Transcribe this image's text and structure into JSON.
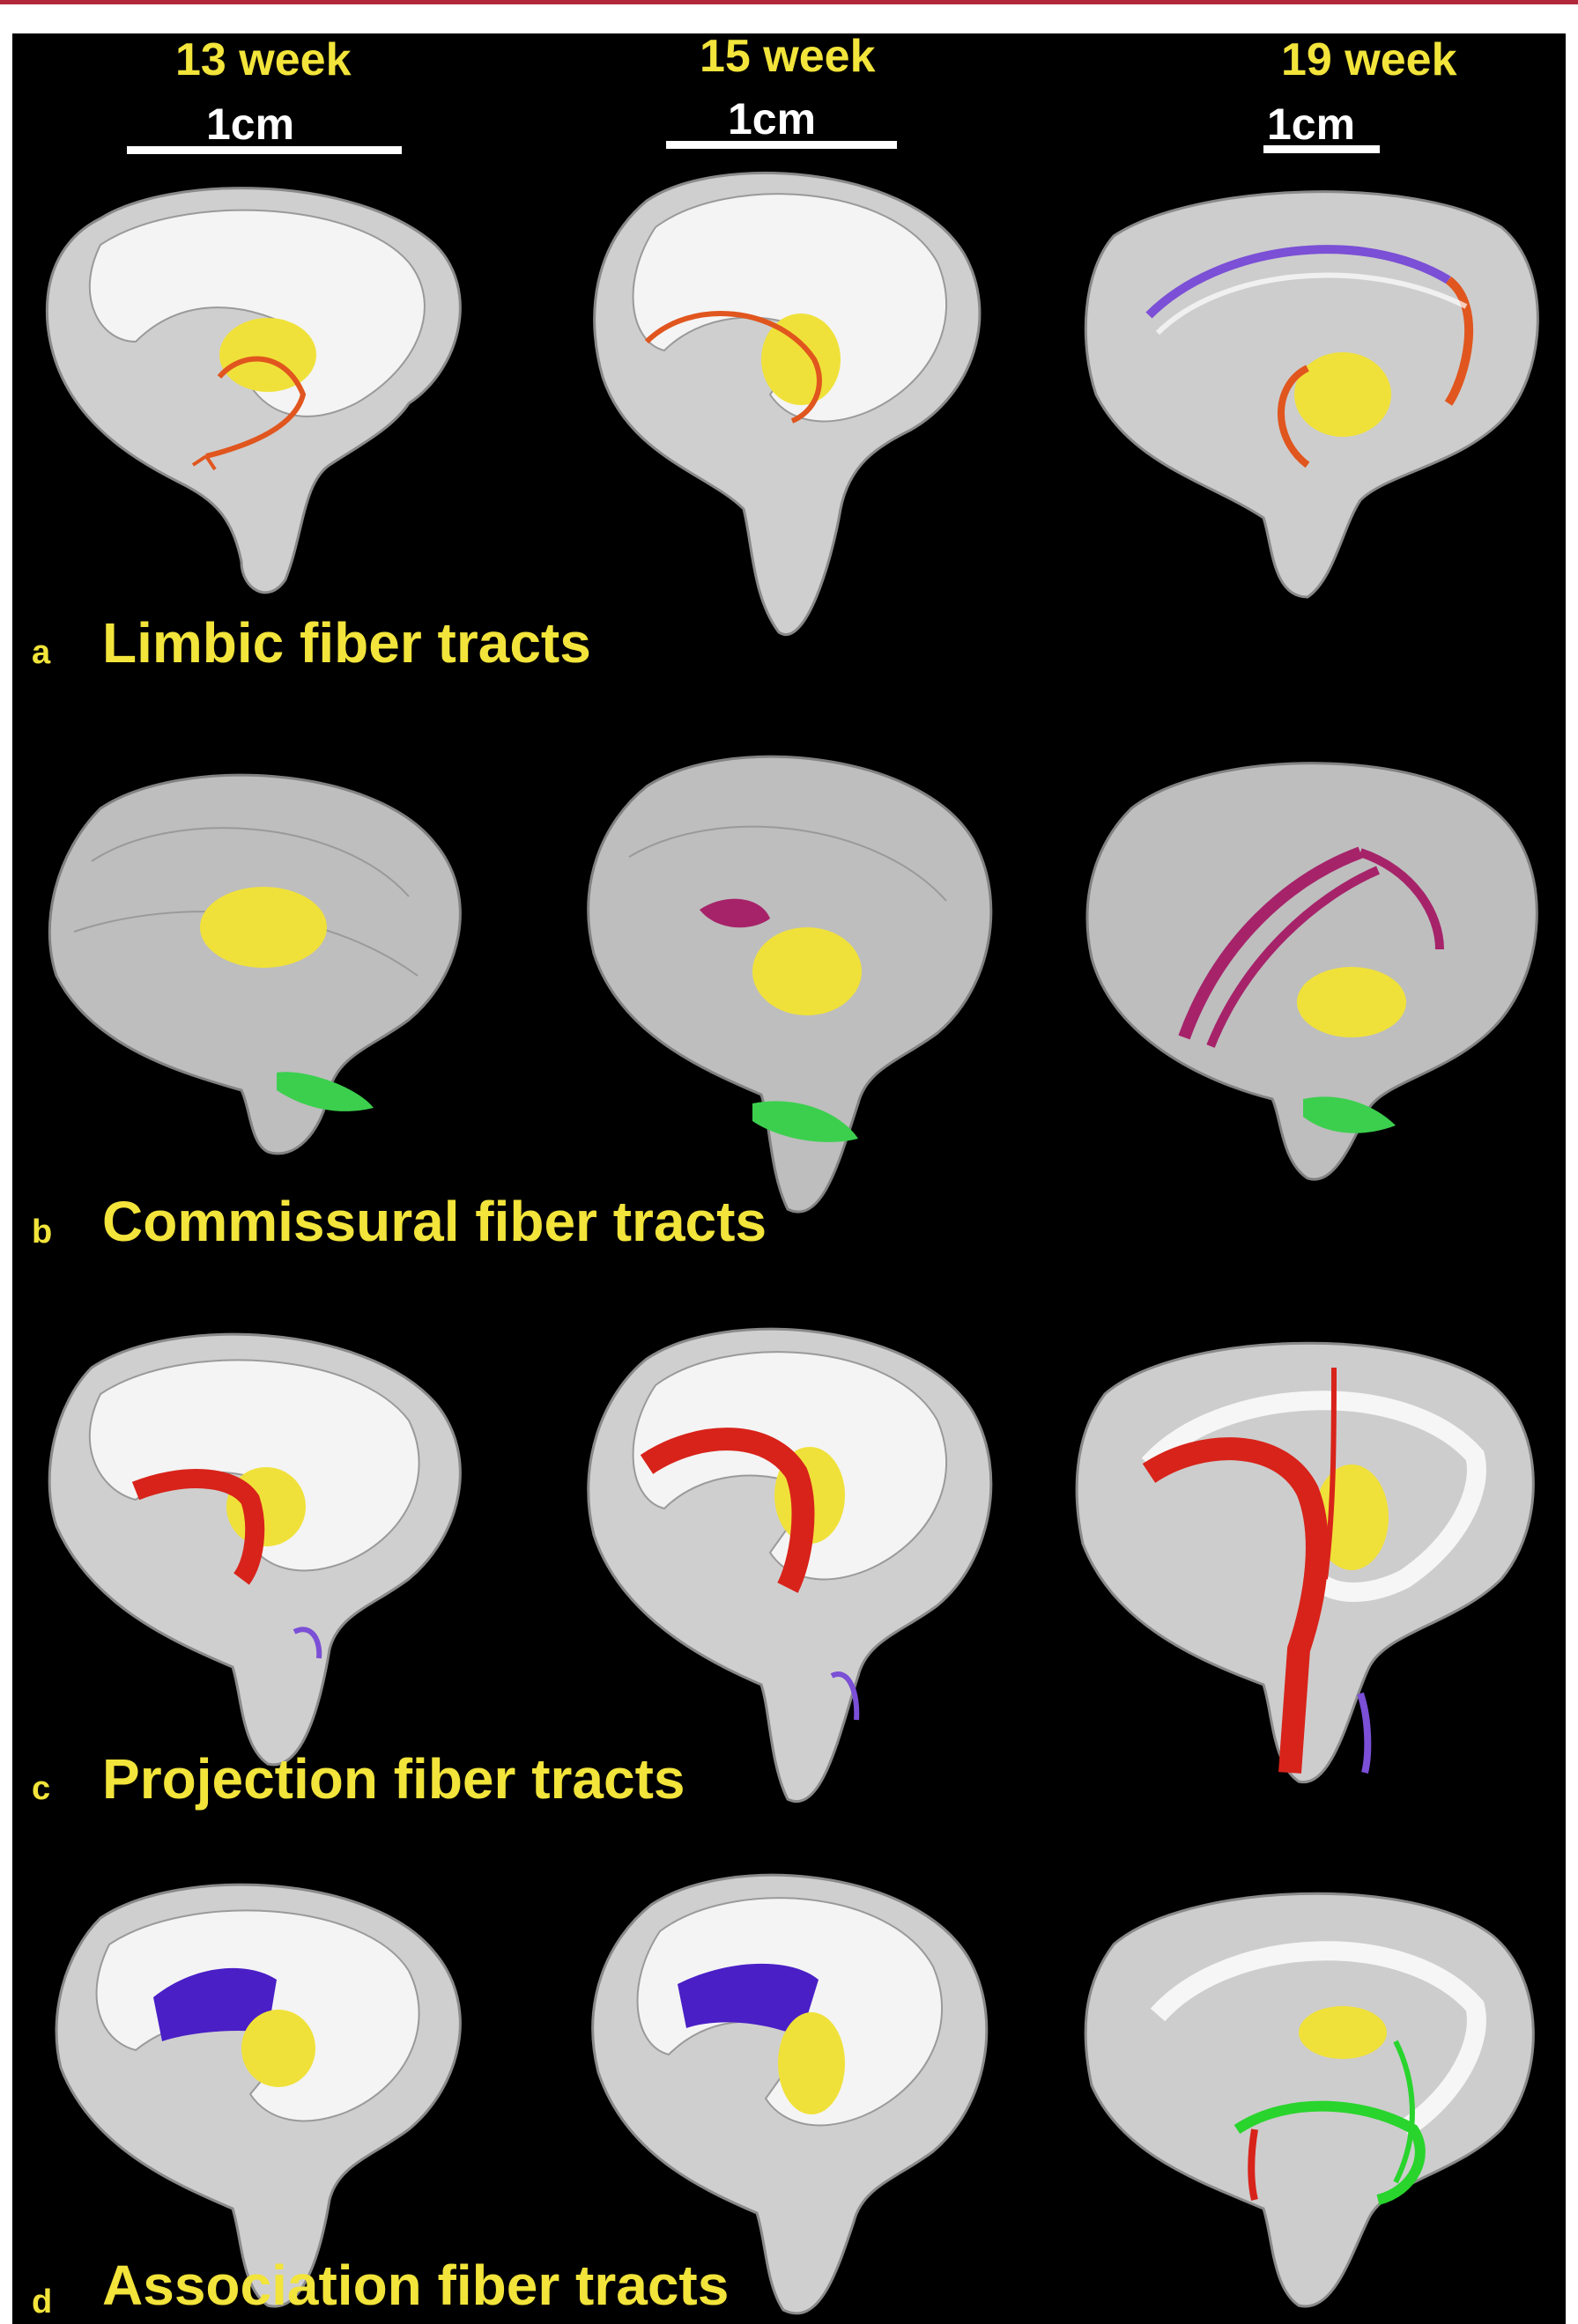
{
  "columns": [
    {
      "week": "13 week",
      "scale": "1cm"
    },
    {
      "week": "15 week",
      "scale": "1cm"
    },
    {
      "week": "19 week",
      "scale": "1cm"
    }
  ],
  "rows": [
    {
      "letter": "a",
      "title": "Limbic fiber tracts"
    },
    {
      "letter": "b",
      "title": "Commissural fiber tracts"
    },
    {
      "letter": "c",
      "title": "Projection fiber tracts"
    },
    {
      "letter": "d",
      "title": "Association fiber tracts"
    }
  ],
  "colors": {
    "background": "#000000",
    "label": "#f2e43a",
    "brain_surface": "#d8d8d8",
    "ventricle": "#f4f4f4",
    "nucleus": "#f0e13a",
    "limbic_tract": "#e0561e",
    "cingulum_tract": "#7b4fd6",
    "commissural_tract": "#a6236a",
    "commissural_green": "#3ccf4e",
    "projection_tract": "#d8231a",
    "association_tract": "#4a1fc6",
    "association_green": "#29d42d",
    "top_rule": "#b0283a"
  }
}
